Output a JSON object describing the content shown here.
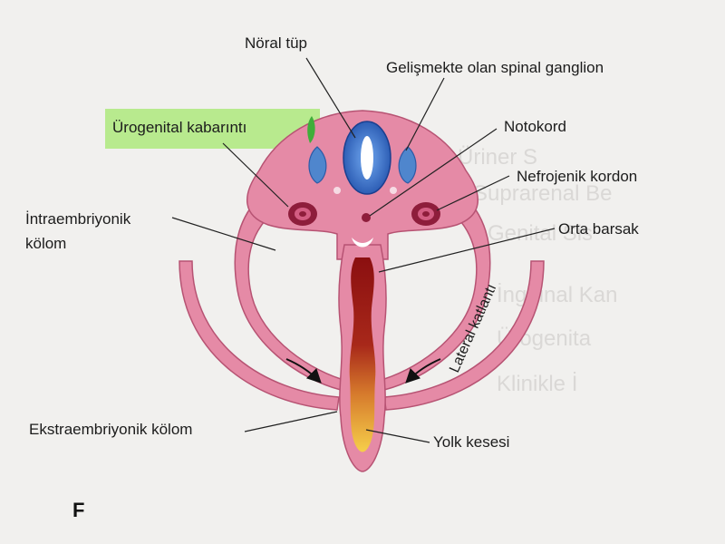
{
  "figure_label": "F",
  "labels": {
    "neural_tube": "Nöral tüp",
    "spinal_ganglion": "Gelişmekte olan spinal ganglion",
    "urogenital_ridge": "Ürogenital kabarıntı",
    "notochord": "Notokord",
    "nephrogenic_cord": "Nefrojenik kordon",
    "intraembryonic_coelom_1": "İntraembriyonik",
    "intraembryonic_coelom_2": "kölom",
    "midgut": "Orta barsak",
    "lateral_fold": "Lateral katlantı",
    "extraembryonic_coelom": "Ekstraembriyonik kölom",
    "yolk_sac": "Yolk kesesi"
  },
  "bleed_through": [
    "Üriner S",
    "Suprarenal Be",
    "Genital Sis",
    "İnguinal Kan",
    "Ürogenita",
    "Klinikle İ"
  ],
  "colors": {
    "tissue": "#e58aa6",
    "tissue_outline": "#b75373",
    "neural_tube": "#2f5fb4",
    "ganglion": "#4f86cd",
    "nephrogenic": "#8e1d3b",
    "highlight": "#b8ea8e",
    "gut_top": "#8b0f10",
    "gut_bottom": "#f6cf4a"
  }
}
